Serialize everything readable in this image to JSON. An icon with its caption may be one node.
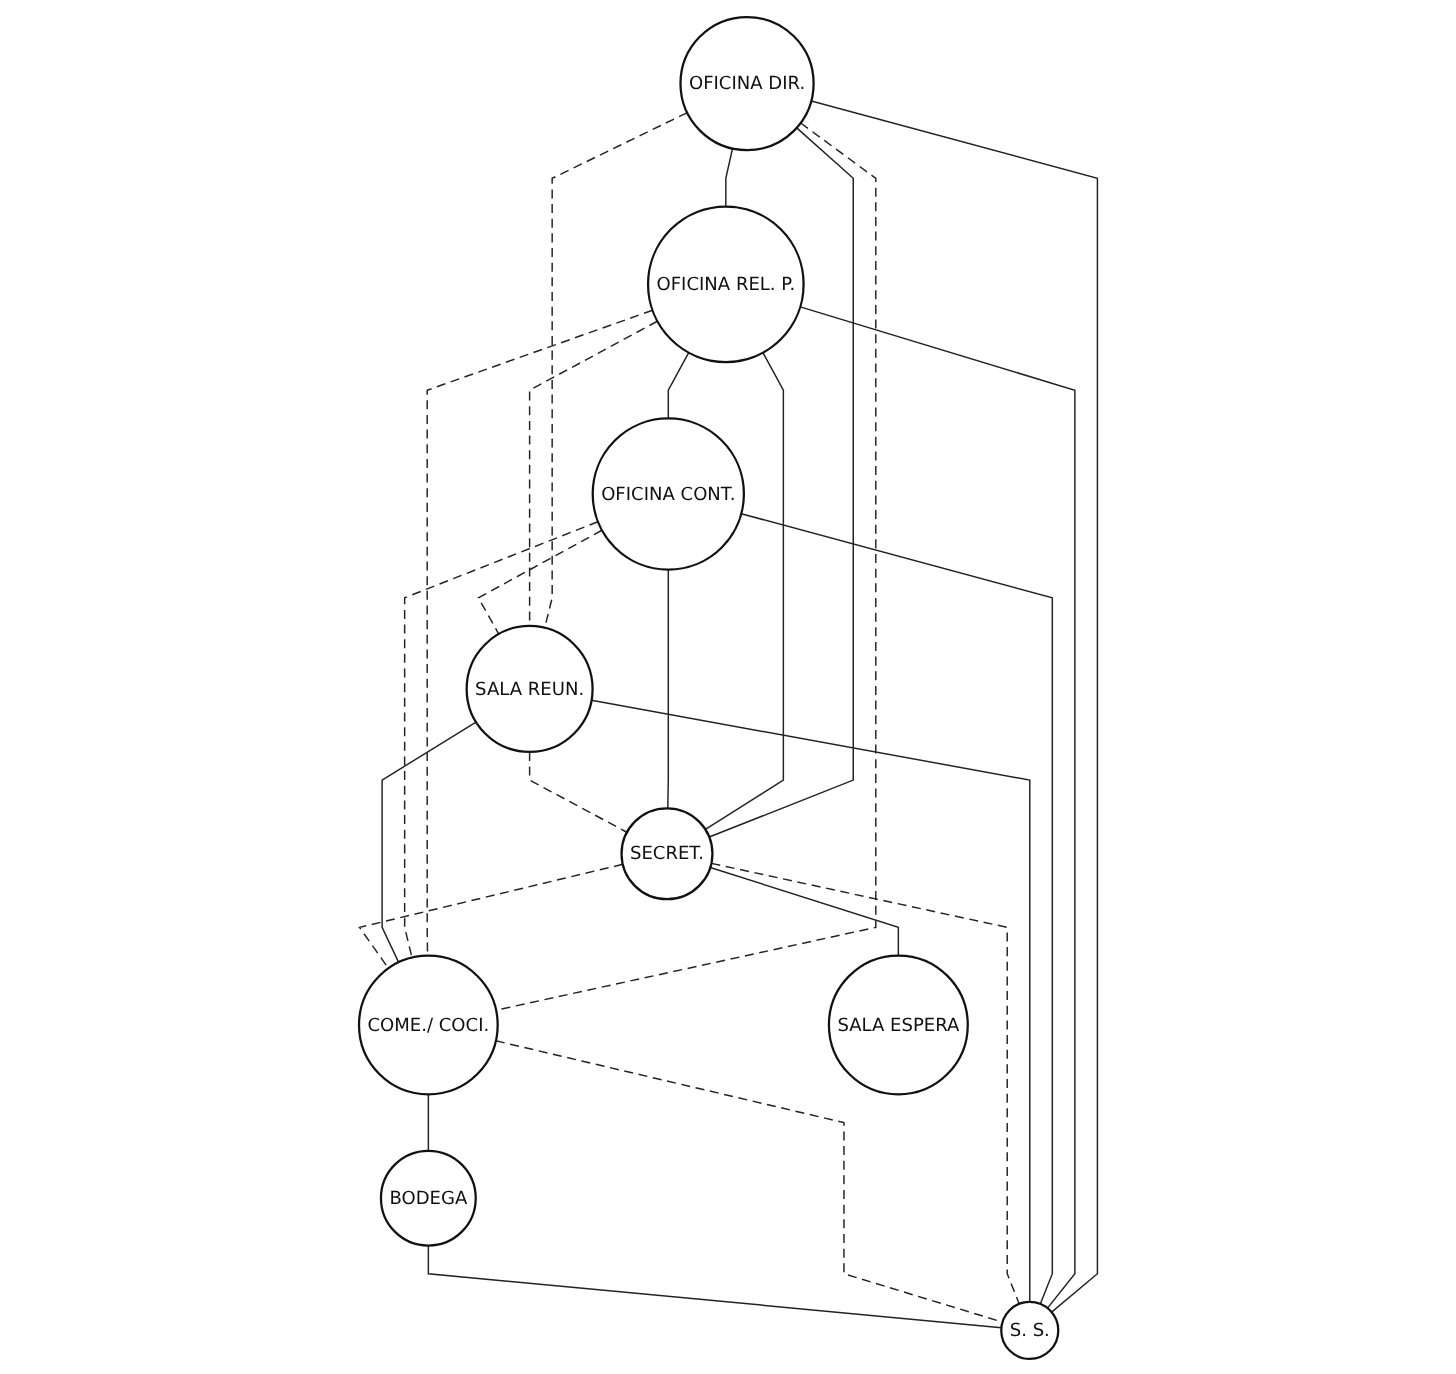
{
  "diagram": {
    "nodes": [
      {
        "text": [
          "OFICINA DIR."
        ]
      },
      {
        "text": [
          "OFICINA REL. P."
        ]
      },
      {
        "text": [
          "OFICINA CONT."
        ]
      },
      {
        "text": [
          "SALA REUN."
        ]
      },
      {
        "text": [
          "SECRET."
        ]
      },
      {
        "text": [
          "COME./ COCI."
        ]
      },
      {
        "text": [
          "SALA ESPERA"
        ]
      },
      {
        "text": [
          "BODEGA"
        ]
      },
      {
        "text": [
          "S. S."
        ]
      }
    ],
    "edges": [
      {
        "from": 0,
        "to": 1,
        "arrow": "none"
      },
      {
        "from": 1,
        "to": 2,
        "arrow": "none"
      },
      {
        "from": 0,
        "to": 3,
        "arrow": "none",
        "style": "dashed"
      },
      {
        "from": 0,
        "to": 5,
        "arrow": "none",
        "style": "dashed"
      },
      {
        "from": 0,
        "to": 4,
        "arrow": "none"
      },
      {
        "from": 0,
        "to": 8,
        "arrow": "none"
      },
      {
        "from": 1,
        "to": 3,
        "arrow": "none",
        "style": "dashed"
      },
      {
        "from": 1,
        "to": 5,
        "arrow": "none",
        "style": "dashed"
      },
      {
        "from": 1,
        "to": 4,
        "arrow": "none"
      },
      {
        "from": 1,
        "to": 8,
        "arrow": "none"
      },
      {
        "from": 2,
        "to": 4,
        "arrow": "none"
      },
      {
        "from": 2,
        "to": 3,
        "arrow": "none",
        "style": "dashed"
      },
      {
        "from": 2,
        "to": 5,
        "arrow": "none",
        "style": "dashed"
      },
      {
        "from": 2,
        "to": 8,
        "arrow": "none"
      },
      {
        "from": 3,
        "to": 4,
        "arrow": "none",
        "style": "dashed"
      },
      {
        "from": 3,
        "to": 5,
        "arrow": "none"
      },
      {
        "from": 3,
        "to": 8,
        "arrow": "none"
      },
      {
        "from": 4,
        "to": 5,
        "arrow": "none",
        "style": "dashed"
      },
      {
        "from": 4,
        "to": 6,
        "arrow": "none"
      },
      {
        "from": 4,
        "to": 8,
        "arrow": "none",
        "style": "dashed"
      },
      {
        "from": 5,
        "to": 7,
        "arrow": "none"
      },
      {
        "from": 5,
        "to": 8,
        "arrow": "none",
        "style": "dashed"
      },
      {
        "from": 7,
        "to": 8,
        "arrow": "none"
      }
    ]
  }
}
